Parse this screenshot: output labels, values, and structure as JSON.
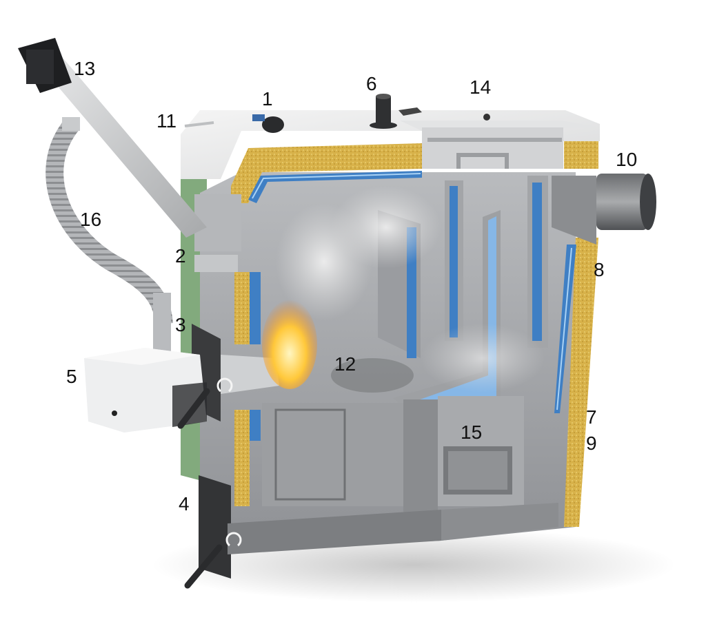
{
  "image": {
    "callouts": [
      "1",
      "2",
      "3",
      "4",
      "5",
      "6",
      "7",
      "8",
      "9",
      "10",
      "11",
      "12",
      "13",
      "14",
      "15",
      "16"
    ]
  }
}
